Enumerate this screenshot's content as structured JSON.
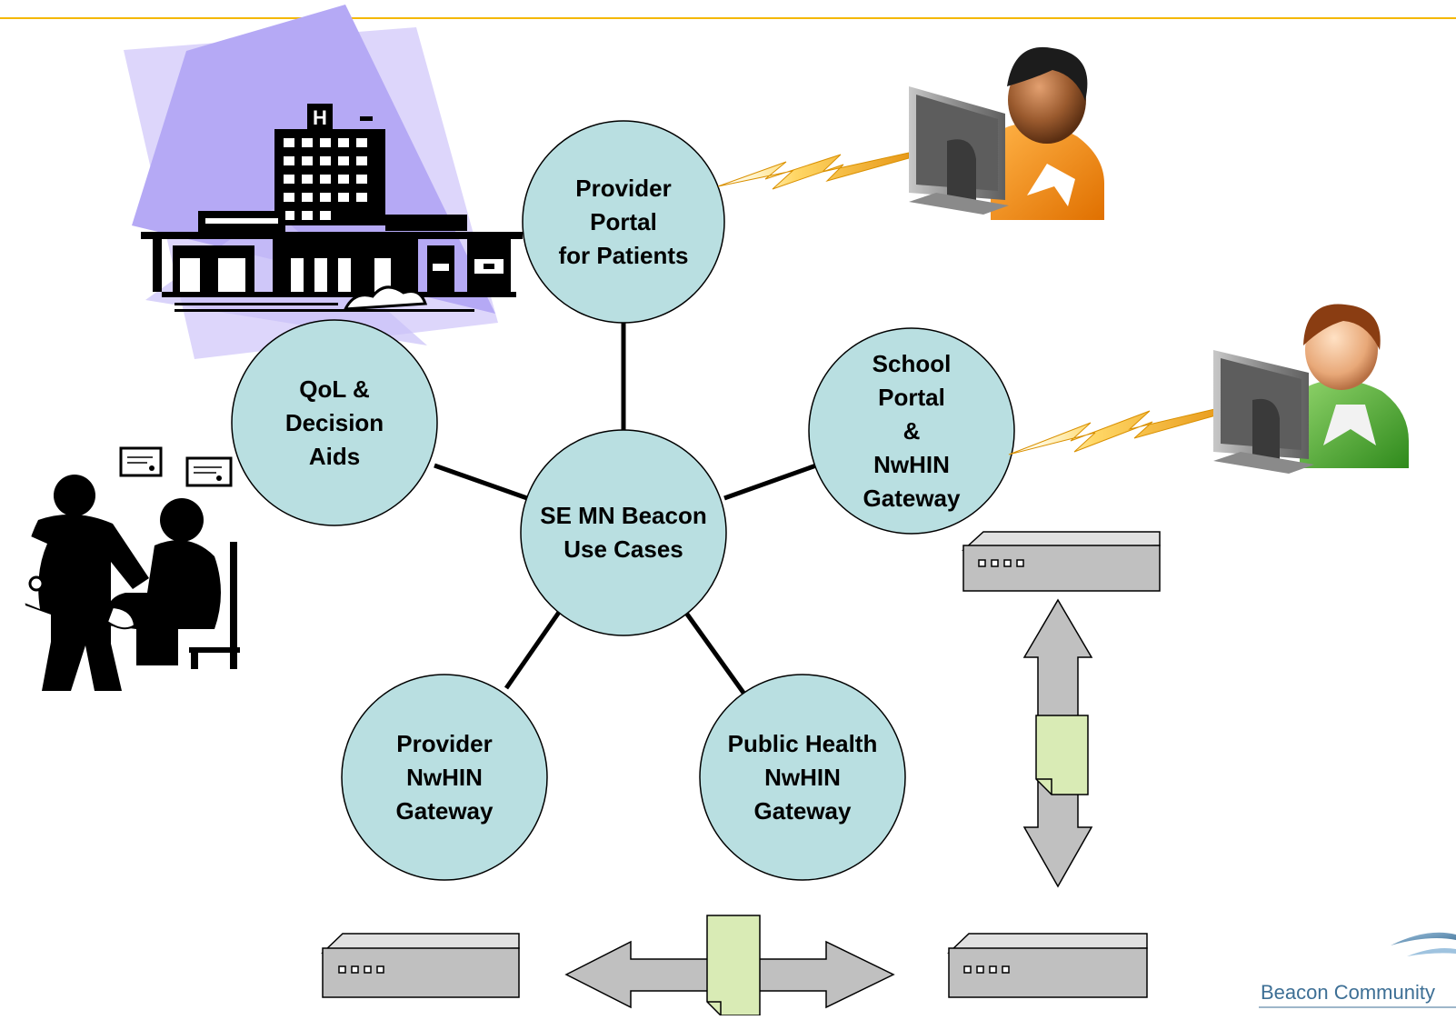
{
  "nodes": {
    "center": {
      "lines": [
        "SE MN Beacon",
        "Use Cases"
      ]
    },
    "provider_portal": {
      "lines": [
        "Provider",
        "Portal",
        "for Patients"
      ]
    },
    "qol": {
      "lines": [
        "QoL &",
        "Decision",
        "Aids"
      ]
    },
    "school_portal": {
      "lines": [
        "School",
        "Portal",
        "&",
        "NwHIN",
        "Gateway"
      ]
    },
    "provider_gateway": {
      "lines": [
        "Provider",
        "NwHIN",
        "Gateway"
      ]
    },
    "public_health": {
      "lines": [
        "Public Health",
        "NwHIN",
        "Gateway"
      ]
    }
  },
  "hospital": {
    "sign_letter": "H"
  },
  "logo": {
    "text": "Beacon Community"
  },
  "colors": {
    "top_rule": "#f5b800",
    "node_fill": "#b9dfe1",
    "document_fill": "#d9ebb5",
    "arrow_fill": "#c0c0c0",
    "server_fill": "#c0c0c0",
    "backdrop": "#b5a9f5",
    "lightning": "#f2b22c",
    "logo_text": "#3d6f95"
  },
  "icons": [
    "hospital-icon",
    "doctor-patient-icon",
    "user-at-computer-icon",
    "server-icon",
    "lightning-bolt-icon",
    "document-icon",
    "double-arrow-icon"
  ]
}
